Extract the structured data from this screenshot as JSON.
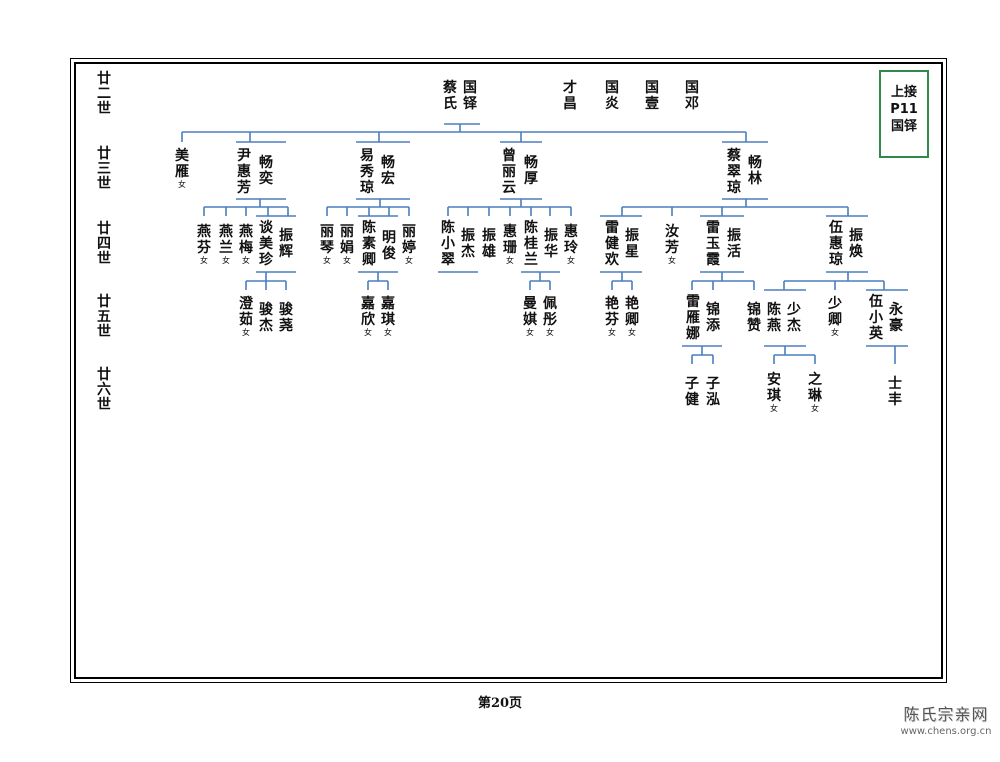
{
  "generations": [
    "廿二世",
    "廿三世",
    "廿四世",
    "廿五世",
    "廿六世"
  ],
  "upper_link": {
    "line1": "上接",
    "line2": "P11",
    "line3": "国铎"
  },
  "page_number": "第20页",
  "watermark": {
    "title": "陈氏宗亲网",
    "url": "www.chens.org.cn"
  },
  "colors": {
    "tree_line": "#4a7fbf",
    "border": "#000000",
    "link_box": "#2e8b4a"
  },
  "people": {
    "p_caishi": "蔡氏",
    "p_guoduo": "国铎",
    "p_caichang": "才昌",
    "p_guoyan": "国炎",
    "p_guoyi": "国壹",
    "p_guodeng": "国邓",
    "p_meiyan": "美雁",
    "p_yinhuifang": "尹惠芳",
    "p_changyi": "畅奕",
    "p_yixiuqiong": "易秀琼",
    "p_changhong": "畅宏",
    "p_zenglyun": "曾丽云",
    "p_changhou": "畅厚",
    "p_caicuiqiong": "蔡翠琼",
    "p_changlin": "畅林",
    "p_yanfen": "燕芬",
    "p_yanlan": "燕兰",
    "p_yanmei": "燕梅",
    "p_tanmeizhen": "谈美珍",
    "p_zhenhui": "振辉",
    "p_liqin": "丽琴",
    "p_lijuan": "丽娟",
    "p_chensuqing": "陈素卿",
    "p_mingjun": "明俊",
    "p_liting": "丽婷",
    "p_chenxiaocui": "陈小翠",
    "p_zhenjie": "振杰",
    "p_zhenxiong": "振雄",
    "p_huishan": "惠珊",
    "p_chenguilan": "陈桂兰",
    "p_zhenhua": "振华",
    "p_huiling": "惠玲",
    "p_leijianhuan": "雷健欢",
    "p_zhenxing": "振星",
    "p_rufang": "汝芳",
    "p_leiyuxia": "雷玉霞",
    "p_zhenhuo": "振活",
    "p_wuhuiqiong": "伍惠琼",
    "p_zhenhuan": "振焕",
    "p_chengru": "澄茹",
    "p_junjie": "骏杰",
    "p_junyao": "骏荛",
    "p_jiaxin": "嘉欣",
    "p_jiaqi": "嘉琪",
    "p_manqi": "曼娸",
    "p_peitong": "佩彤",
    "p_yanfen2": "艳芬",
    "p_yanqing": "艳卿",
    "p_leiyanna": "雷雁娜",
    "p_jintian": "锦添",
    "p_jinzan": "锦赞",
    "p_chenyan": "陈燕",
    "p_shaojie": "少杰",
    "p_shaoqing": "少卿",
    "p_wuxiaoying": "伍小英",
    "p_yonghao": "永豪",
    "p_zijian": "子健",
    "p_zihong": "子泓",
    "p_anqi": "安琪",
    "p_zhilin": "之琳",
    "p_shifeng": "士丰"
  },
  "female_marker": "女"
}
